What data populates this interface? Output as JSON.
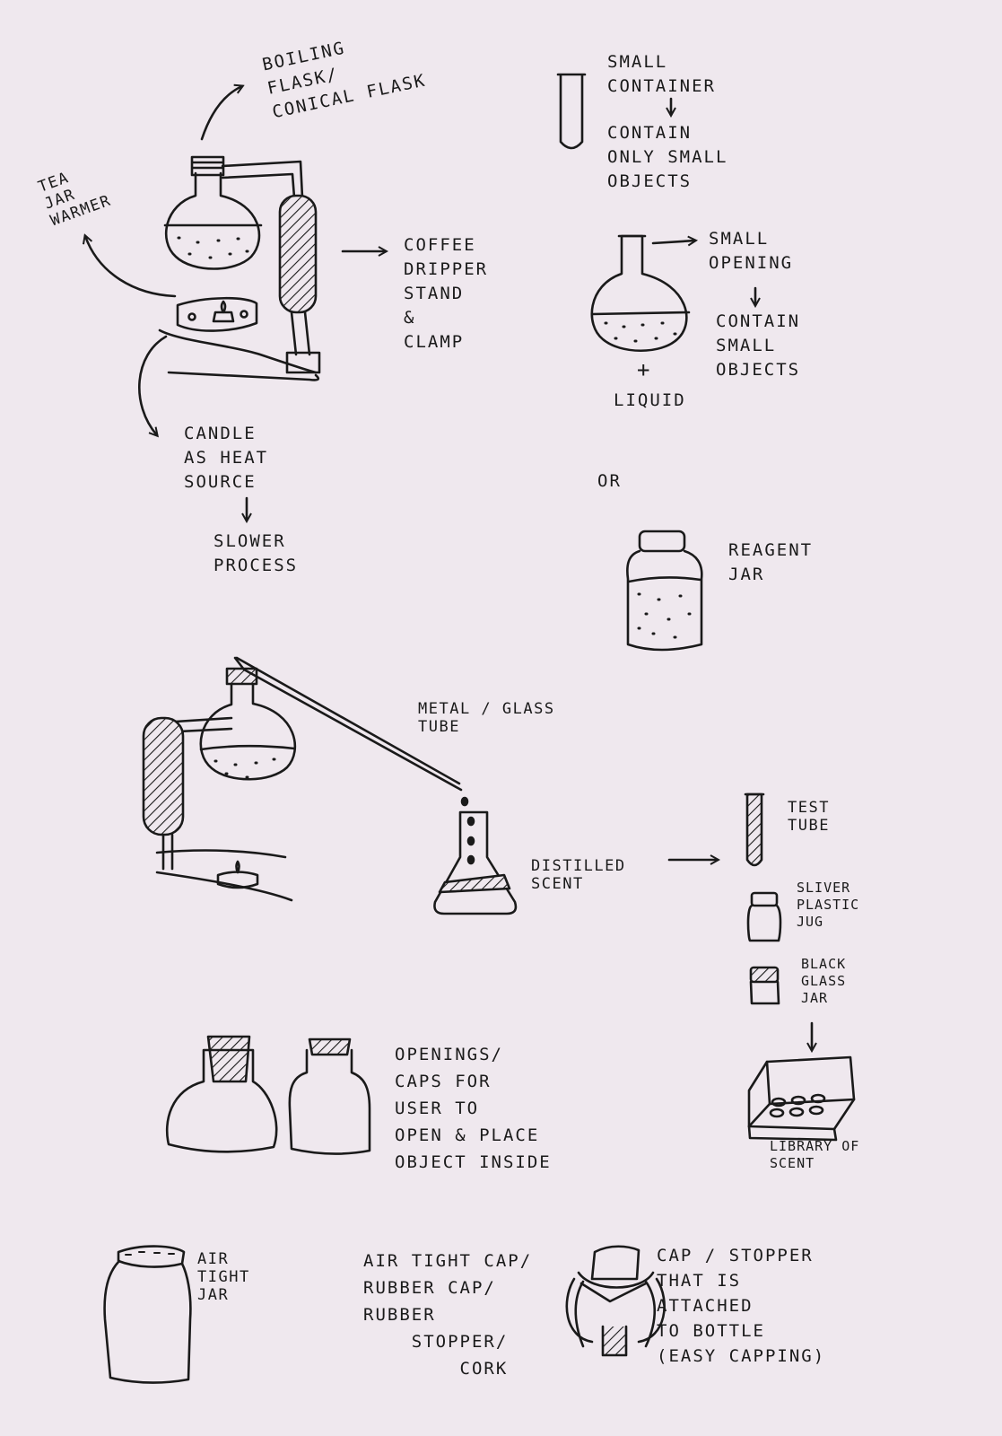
{
  "labels": {
    "boiling_flask": "BOILING\nFLASK/\nCONICAL FLASK",
    "tea_jar_warmer": "TEA\nJAR\nWARMER",
    "coffee_dripper": "COFFEE\nDRIPPER\nSTAND\n&\nCLAMP",
    "candle": "CANDLE\nAS HEAT\nSOURCE",
    "slower_process": "SLOWER\nPROCESS",
    "small_container": "SMALL\nCONTAINER",
    "contain_only": "CONTAIN\nONLY SMALL\nOBJECTS",
    "small_opening": "SMALL\nOPENING",
    "contain_small": "CONTAIN\nSMALL\nOBJECTS",
    "plus": "+",
    "liquid": "LIQUID",
    "or": "OR",
    "reagent_jar": "REAGENT\nJAR",
    "metal_glass_tube": "METAL / GLASS\nTUBE",
    "distilled_scent": "DISTILLED\nSCENT",
    "test_tube": "TEST\nTUBE",
    "sliver_plastic_jug": "SLIVER\nPLASTIC\nJUG",
    "black_glass_jar": "BLACK\nGLASS\nJAR",
    "library_of_scent": "LIBRARY OF\nSCENT",
    "openings_caps": "OPENINGS/\nCAPS FOR\nUSER TO\nOPEN & PLACE\nOBJECT INSIDE",
    "air_tight_jar": "AIR\nTIGHT\nJAR",
    "air_tight_cap": "AIR TIGHT CAP/\nRUBBER CAP/\nRUBBER\n    STOPPER/\n        CORK",
    "cap_stopper": "CAP / STOPPER\nTHAT IS\nATTACHED\nTO BOTTLE\n(EASY CAPPING)"
  },
  "colors": {
    "paper": "#efe8ee",
    "ink": "#1a1a1a"
  }
}
